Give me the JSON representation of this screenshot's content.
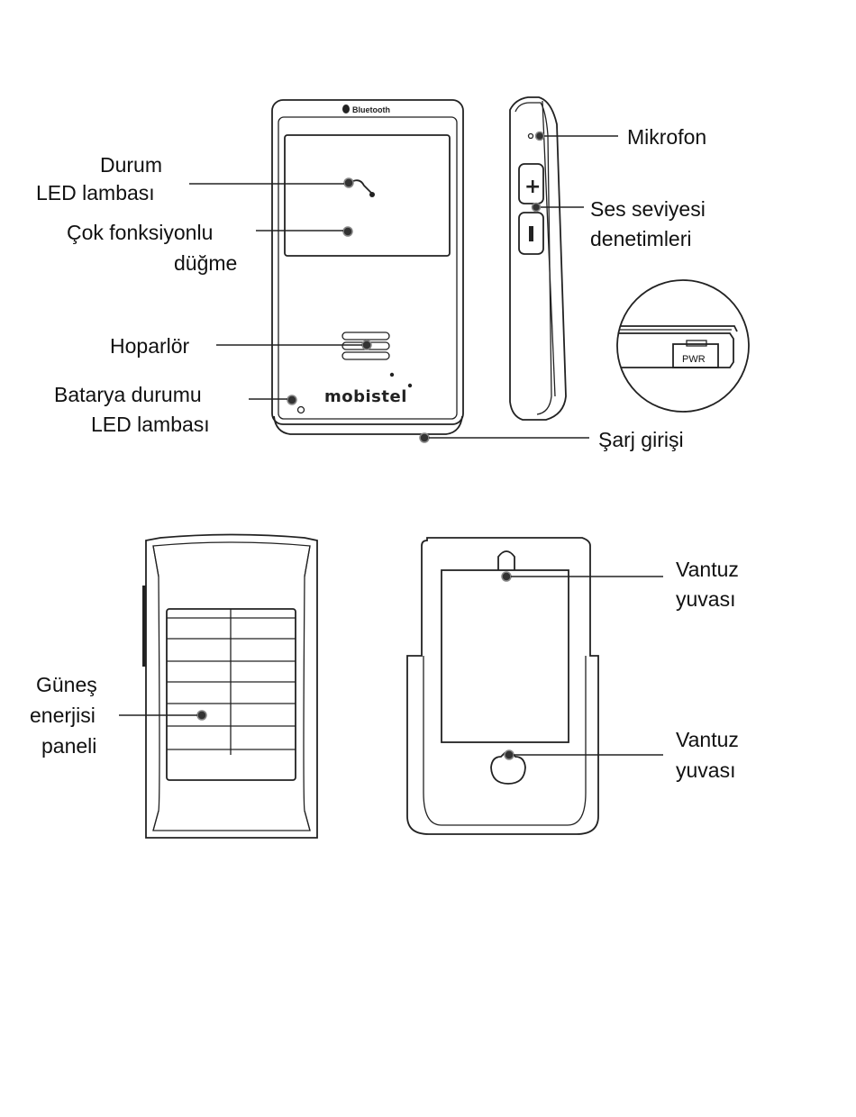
{
  "front_view": {
    "brand_logo": "Bluetooth",
    "brand_name": "mobistel",
    "callouts": {
      "status_led": [
        "Durum",
        "LED lambası"
      ],
      "multi_button": [
        "Çok fonksiyonlu",
        "düğme"
      ],
      "speaker": "Hoparlör",
      "battery_led": [
        "Batarya durumu",
        "LED lambası"
      ],
      "charge_port": "Şarj girişi"
    }
  },
  "side_view": {
    "callouts": {
      "microphone": "Mikrofon",
      "volume": [
        "Ses seviyesi",
        "denetimleri"
      ]
    },
    "detail_label": "PWR"
  },
  "back_solar_view": {
    "callouts": {
      "solar_panel": [
        "Güneş",
        "enerjisi",
        "paneli"
      ]
    }
  },
  "mount_view": {
    "callouts": {
      "suction_slot_top": [
        "Vantuz",
        "yuvası"
      ],
      "suction_slot_bottom": [
        "Vantuz",
        "yuvası"
      ]
    }
  }
}
